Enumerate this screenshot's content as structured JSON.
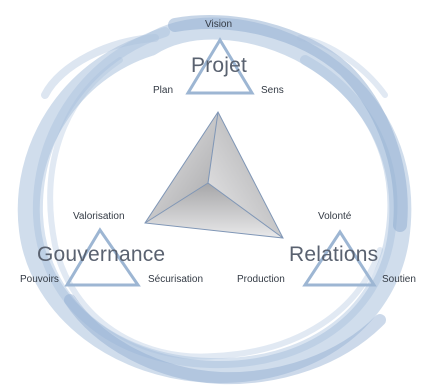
{
  "colors": {
    "ring": "#a9c1dd",
    "ring_dark": "#8eabd0",
    "small_triangle": "#9db6d3",
    "pyramid_light": "#e9e9ea",
    "pyramid_dark": "#a6a6a8",
    "pyramid_edge": "#7f96b6",
    "text": "#333a44",
    "title_text": "#5a6270"
  },
  "nodes": {
    "projet": {
      "title": "Projet",
      "top": "Vision",
      "left": "Plan",
      "right": "Sens"
    },
    "gouvernance": {
      "title": "Gouvernance",
      "top": "Valorisation",
      "left": "Pouvoirs",
      "right": "Sécurisation"
    },
    "relations": {
      "title": "Relations",
      "top": "Volonté",
      "left": "Production",
      "right": "Soutien"
    }
  }
}
